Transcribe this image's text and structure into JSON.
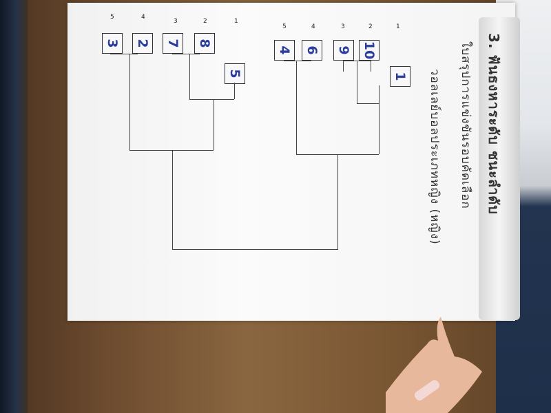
{
  "sheet": {
    "title_line1": "3. ฟันธงหาระดับ ชนะลำดับ",
    "title_line2": "ใบสรุปการแข่งขันรอบคัดเลือก",
    "title_line3": "วอลเลย์บอลประเภทหญิง (หญิง)",
    "bracket": {
      "seeds_top": [
        {
          "seed": "1",
          "team": "1"
        },
        {
          "seed": "2",
          "team": "10"
        },
        {
          "seed": "3",
          "team": "9"
        },
        {
          "seed": "4",
          "team": "6"
        },
        {
          "seed": "5",
          "team": "4"
        }
      ],
      "seeds_bottom": [
        {
          "seed": "1",
          "team": "5"
        },
        {
          "seed": "2",
          "team": "8"
        },
        {
          "seed": "3",
          "team": "7"
        },
        {
          "seed": "4",
          "team": "2"
        },
        {
          "seed": "5",
          "team": "3"
        }
      ]
    }
  }
}
